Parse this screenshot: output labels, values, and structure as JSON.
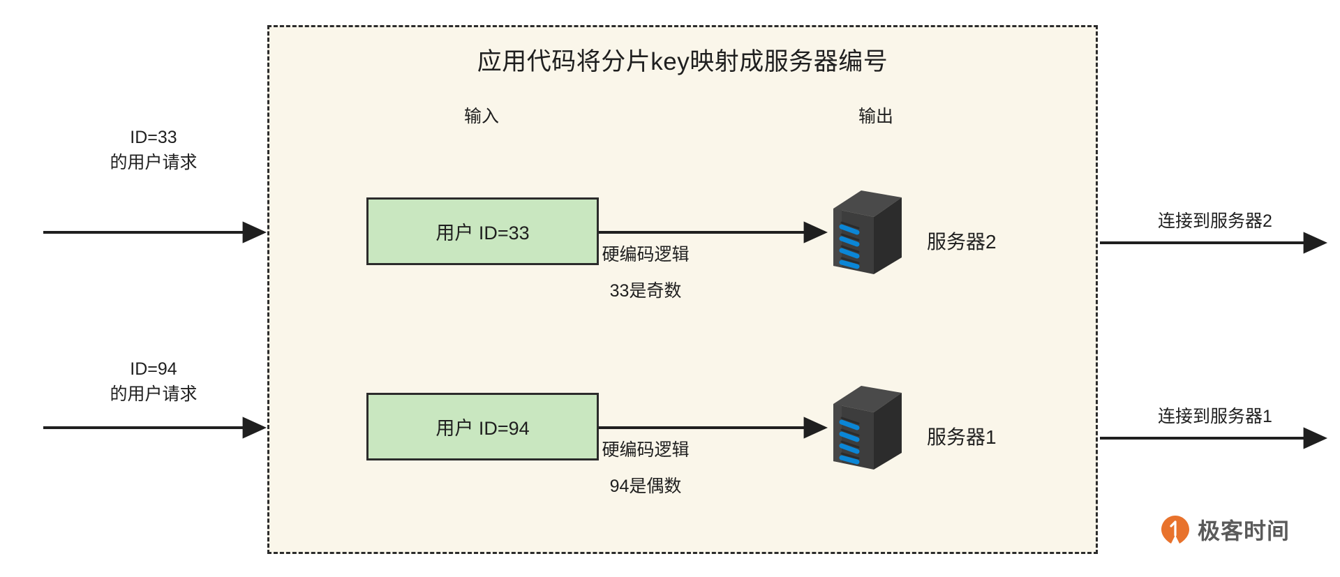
{
  "diagram": {
    "type": "flow",
    "title": "应用代码将分片key映射成服务器编号",
    "background_color": "#ffffff",
    "panel_color": "#faf6ea",
    "panel_border_color": "#2b2b2b",
    "box_fill_color": "#c9e7c0",
    "accent_color": "#e8722c",
    "section_labels": {
      "input": "输入",
      "output": "输出"
    },
    "rows": [
      {
        "request_line1": "ID=33",
        "request_line2": "的用户请求",
        "input_box": "用户 ID=33",
        "logic_line1": "硬编码逻辑",
        "logic_line2": "33是奇数",
        "server_label": "服务器2",
        "result": "连接到服务器2"
      },
      {
        "request_line1": "ID=94",
        "request_line2": "的用户请求",
        "input_box": "用户 ID=94",
        "logic_line1": "硬编码逻辑",
        "logic_line2": "94是偶数",
        "server_label": "服务器1",
        "result": "连接到服务器1"
      }
    ]
  },
  "watermark": {
    "text": "极客时间",
    "icon": "geekbang-logo-icon"
  }
}
